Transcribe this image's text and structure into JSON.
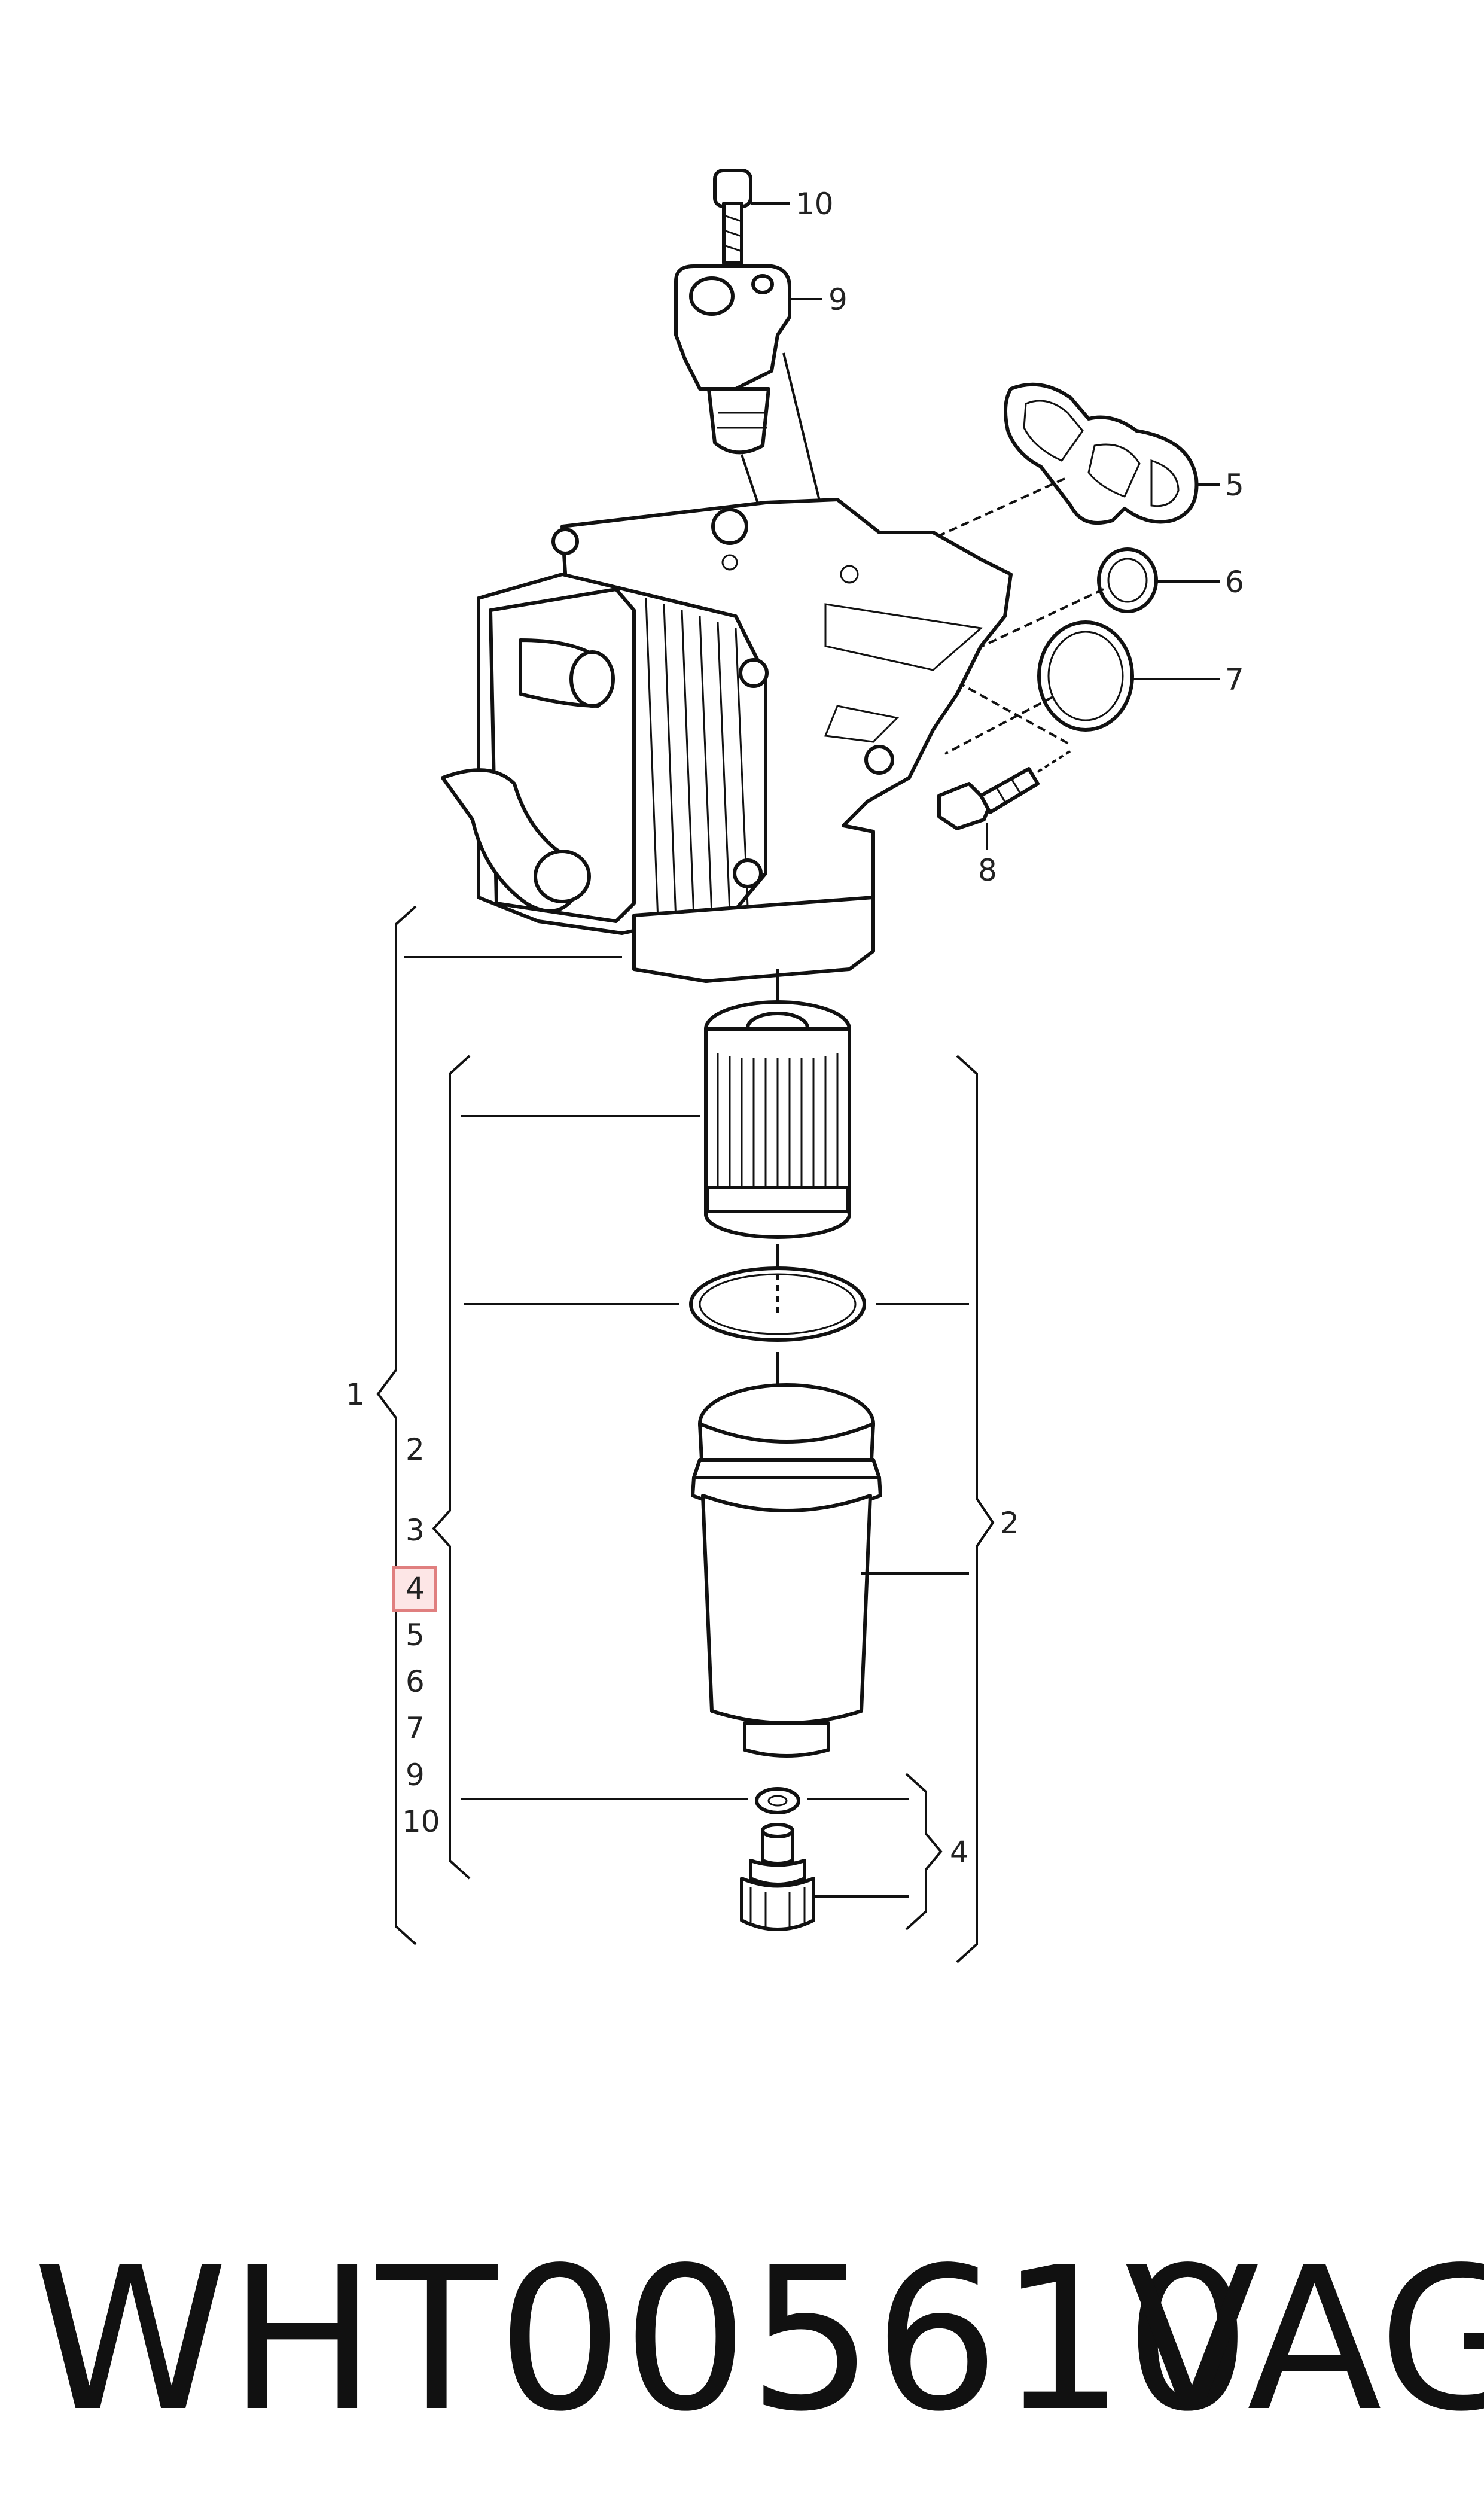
{
  "callouts": {
    "c10": "10",
    "c9": "9",
    "c5": "5",
    "c6": "6",
    "c7": "7",
    "c8": "8",
    "c1": "1",
    "c2_right": "2",
    "c4_right": "4"
  },
  "parts_list": [
    "2",
    "3",
    "4",
    "5",
    "6",
    "7",
    "9",
    "10"
  ],
  "selected_item": "4",
  "footer": {
    "part_number": "WHT005610",
    "brand": "VAG"
  },
  "colors": {
    "highlight_fill": "#fde6e6",
    "highlight_stroke": "#e07f7f",
    "ink": "#111111"
  }
}
